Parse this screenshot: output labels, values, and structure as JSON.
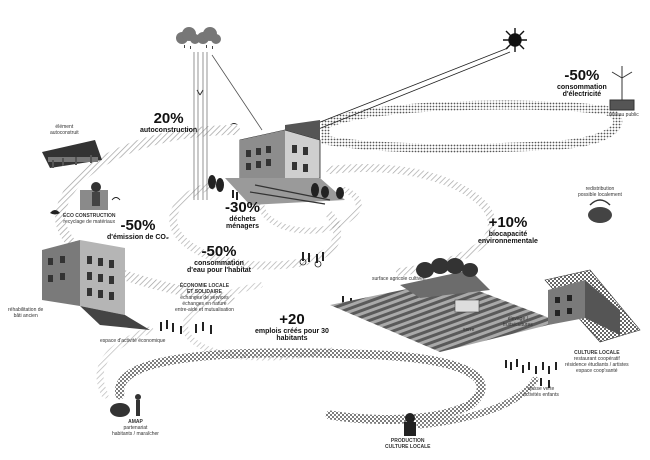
{
  "stats": {
    "autoconstruction": {
      "value": "20%",
      "label": "autoconstruction"
    },
    "emission": {
      "value": "-50%",
      "label": "d'émission de CO₂"
    },
    "eau": {
      "value": "-50%",
      "label": "consommation",
      "label2": "d'eau pour l'habitat"
    },
    "dechets": {
      "value": "-30%",
      "label": "déchets",
      "label2": "ménagers"
    },
    "electricite": {
      "value": "-50%",
      "label": "consommation",
      "label2": "d'électricité"
    },
    "biocapacite": {
      "value": "+10%",
      "label": "biocapacité",
      "label2": "environnementale"
    },
    "emplois": {
      "value": "+20",
      "label": "emplois créés pour 30",
      "label2": "habitants"
    }
  },
  "labels": {
    "element": "élément",
    "autoconstruit": "autoconstruit",
    "eco_title": "ECO CONSTRUCTION",
    "eco_sub": "recyclage de matériaux",
    "rehab1": "réhabilitation de",
    "rehab2": "bâti ancien",
    "espace": "espace d'activité économique",
    "economie1": "ÉCONOMIE LOCALE",
    "economie2": "ET SOLIDAIRE",
    "economie3": "échanges de services",
    "economie4": "échanges en nature",
    "economie5": "entre-aide et mutualisation",
    "reseau": "réseau public",
    "redistrib1": "redistribution",
    "redistrib2": "possible localement",
    "surface": "surface agricole cultivée",
    "serre": "serre",
    "elevage1": "élevage /",
    "elevage2": "fruits/cultures",
    "culture1": "CULTURE LOCALE",
    "culture2": "restaurant coopératif",
    "culture3": "résidence étudiants / artistes",
    "culture4": "espace coop'santé",
    "classe1": "classe verte",
    "classe2": "activités enfants",
    "amap1": "AMAP",
    "amap2": "partenariat",
    "amap3": "habitants / maraîcher",
    "prod1": "PRODUCTION",
    "prod2": "CULTURE LOCALE"
  }
}
